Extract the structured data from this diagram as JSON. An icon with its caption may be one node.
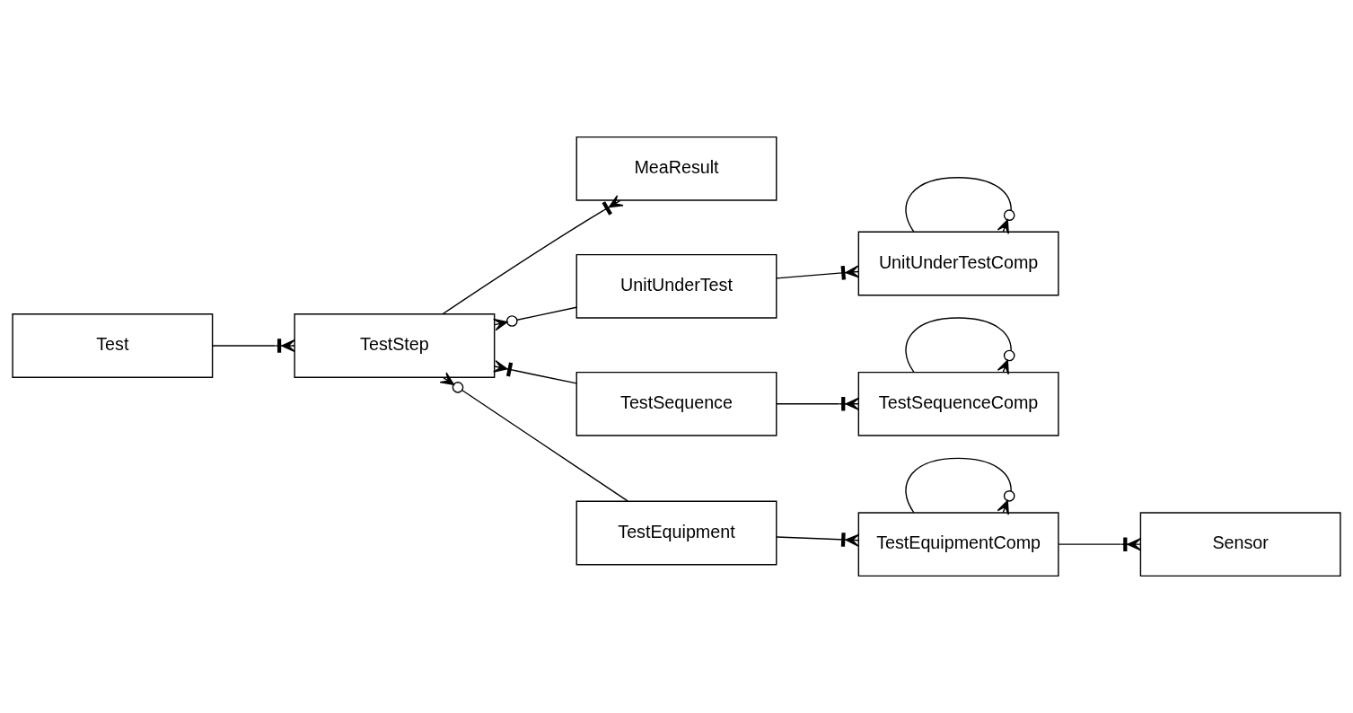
{
  "diagram": {
    "nodes": [
      {
        "text": [
          "Test"
        ]
      },
      {
        "text": [
          "TestStep"
        ]
      },
      {
        "text": [
          "MeaResult"
        ]
      },
      {
        "text": [
          "UnitUnderTest"
        ]
      },
      {
        "text": [
          "UnitUnderTestComp"
        ]
      },
      {
        "text": [
          "TestSequence"
        ]
      },
      {
        "text": [
          "TestSequenceComp"
        ]
      },
      {
        "text": [
          "TestEquipment"
        ]
      },
      {
        "text": [
          "TestEquipmentComp"
        ]
      },
      {
        "text": [
          "Sensor"
        ]
      }
    ],
    "edges": [
      {
        "from": 0,
        "to": 1,
        "arrow": "other"
      },
      {
        "from": 1,
        "to": 2,
        "arrow": "other"
      },
      {
        "from": 1,
        "to": 3,
        "arrow": "other"
      },
      {
        "from": 1,
        "to": 5,
        "arrow": "other"
      },
      {
        "from": 1,
        "to": 7,
        "arrow": "other"
      },
      {
        "from": 3,
        "to": 4,
        "arrow": "other"
      },
      {
        "from": 4,
        "to": 4,
        "arrow": "other"
      },
      {
        "from": 5,
        "to": 6,
        "arrow": "other"
      },
      {
        "from": 6,
        "to": 6,
        "arrow": "other"
      },
      {
        "from": 7,
        "to": 8,
        "arrow": "other"
      },
      {
        "from": 8,
        "to": 8,
        "arrow": "other"
      },
      {
        "from": 8,
        "to": 9,
        "arrow": "other"
      }
    ]
  }
}
